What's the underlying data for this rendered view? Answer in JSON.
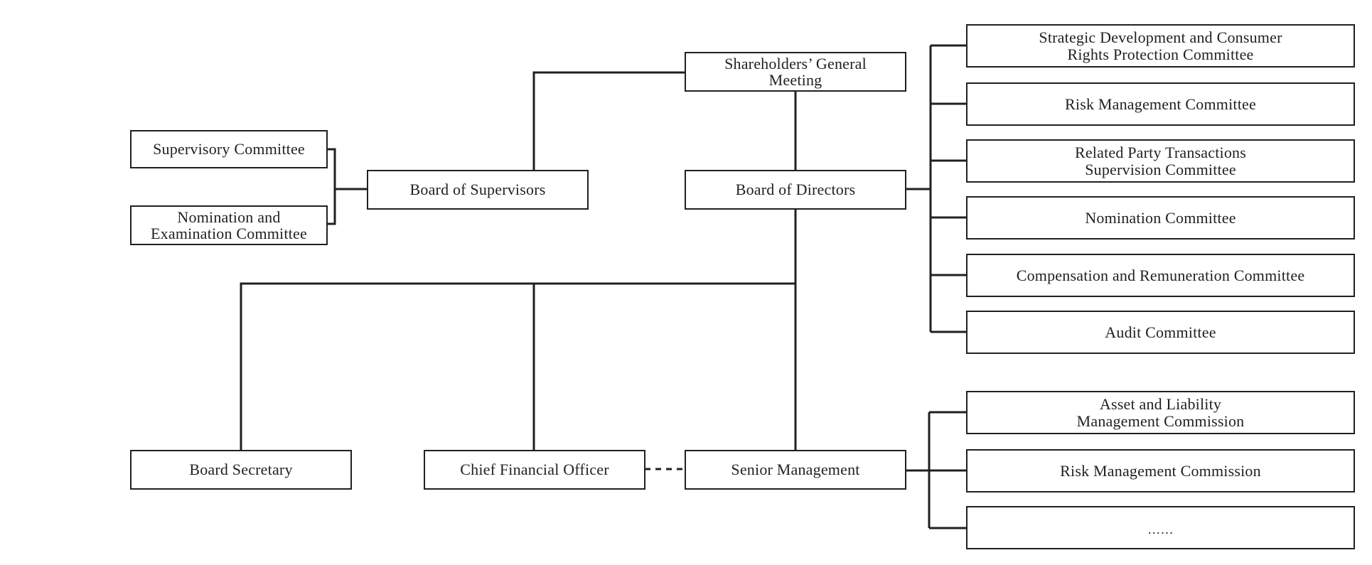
{
  "chart": {
    "shareholders": [
      "Shareholders’ General",
      "Meeting"
    ],
    "board_of_supervisors": "Board of Supervisors",
    "board_of_directors": "Board of Directors",
    "supervisory_committee": "Supervisory Committee",
    "nomination_examination": [
      "Nomination and",
      "Examination Committee"
    ],
    "board_secretary": "Board Secretary",
    "cfo": "Chief Financial Officer",
    "senior_management": "Senior Management",
    "board_committees": {
      "strategic": [
        "Strategic Development and Consumer",
        "Rights Protection Committee"
      ],
      "risk": "Risk Management Committee",
      "related_party": [
        "Related Party Transactions",
        "Supervision Committee"
      ],
      "nomination": "Nomination Committee",
      "compensation": "Compensation and Remuneration Committee",
      "audit": "Audit Committee"
    },
    "management_commissions": {
      "asset_liability": [
        "Asset and Liability",
        "Management Commission"
      ],
      "risk": "Risk Management Commission",
      "more": "……"
    }
  }
}
